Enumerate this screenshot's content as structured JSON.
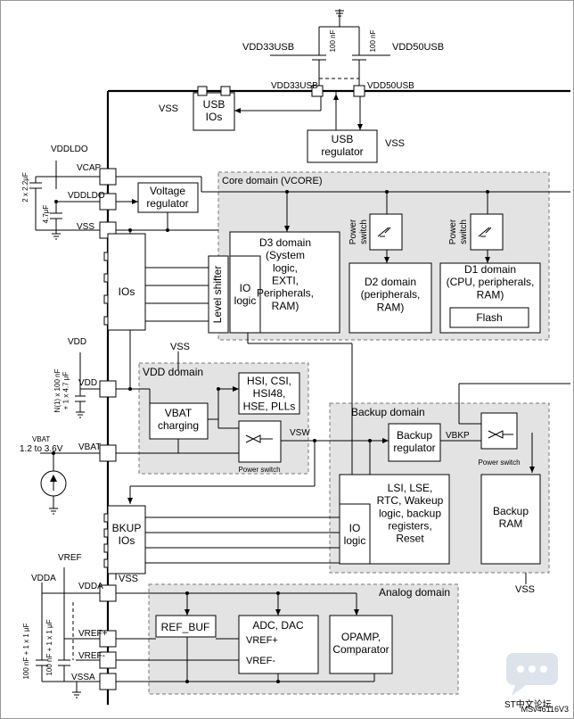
{
  "labels": {
    "vdd33usb_top": "VDD33USB",
    "vdd50usb_top": "VDD50USB",
    "cap_100nf_a": "100 nF",
    "cap_100nf_b": "100 nF",
    "vdd33usb_pin": "VDD33USB",
    "vdd50usb_pin": "VDD50USB",
    "vss_usb_ios": "VSS",
    "usb_ios": "USB\nIOs",
    "usb_regulator": "USB\nregulator",
    "vss_usb_reg": "VSS",
    "vddldo_top": "VDDLDO",
    "vcap": "VCAP",
    "cap_2x22uf": "2 x 2.2μF",
    "cap_47uf": "4.7μF",
    "vddldo": "VDDLDO",
    "vss_ldo": "VSS",
    "voltage_regulator": "Voltage\nregulator",
    "core_domain": "Core domain (VCORE)",
    "d3_domain": "D3 domain\n(System\nlogic,\nEXTI,\nPeripherals,\nRAM)",
    "power_switch_d2": "Power\nswitch",
    "power_switch_d1": "Power\nswitch",
    "d2_domain": "D2 domain\n(peripherals,\nRAM)",
    "d1_domain": "D1 domain\n(CPU, peripherals,\nRAM)",
    "flash": "Flash",
    "ios": "IOs",
    "level_shifter": "Level shifter",
    "io_logic_core": "IO\nlogic",
    "vdd_top": "VDD",
    "vss_vdd_domain": "VSS",
    "vdd_domain": "VDD domain",
    "clocks": "HSI, CSI,\nHSI48,\nHSE, PLLs",
    "cap_vdd": "N(1) x 100 nF\n+ 1 x 4.7 μF",
    "vdd_pin": "VDD",
    "vbat_charging": "VBAT\ncharging",
    "vbat_range_label": "VBAT",
    "vbat_range": "1.2 to 3.6V",
    "vbat_pin": "VBAT",
    "vsw": "VSW",
    "power_switch_vdd": "Power switch",
    "backup_domain": "Backup domain",
    "backup_regulator": "Backup\nregulator",
    "vbkp": "VBKP",
    "power_switch_bkp": "Power switch",
    "bkup_ios": "BKUP\nIOs",
    "io_logic_bkp": "IO\nlogic",
    "lse_block": "LSI, LSE,\nRTC, Wakeup\nlogic, backup\nregisters,\nReset",
    "backup_ram": "Backup\nRAM",
    "vss_bkup_ios": "VSS",
    "vss_backup": "VSS",
    "vref": "VREF",
    "vdda_top": "VDDA",
    "vdda_pin": "VDDA",
    "analog_domain": "Analog domain",
    "cap_vdda": "100 nF + 1 x 1 μF",
    "cap_vref": "100 nF + 1 x 1 μF",
    "vref_plus_pin": "VREF+",
    "vref_minus_pin": "VREF-",
    "vssa": "VSSA",
    "ref_buf": "REF_BUF",
    "adc_dac": "ADC, DAC",
    "vref_plus": "VREF+",
    "vref_minus": "VREF-",
    "opamp": "OPAMP,\nComparator",
    "figure_code": "MSv46116V3",
    "watermark": "ST中文论坛"
  }
}
